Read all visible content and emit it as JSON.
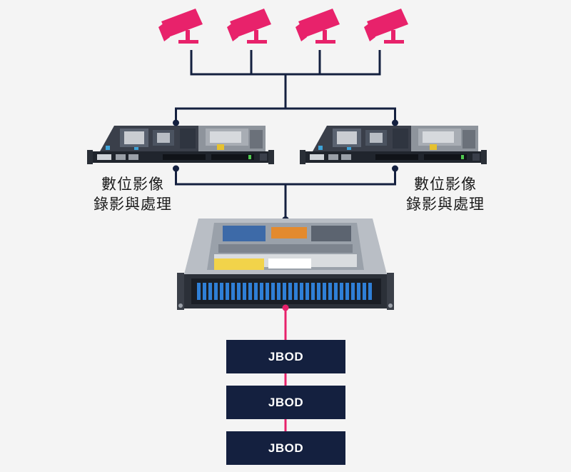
{
  "labels": {
    "left_line1": "數位影像",
    "left_line2": "錄影與處理",
    "right_line1": "數位影像",
    "right_line2": "錄影與處理"
  },
  "jbods": [
    "JBOD",
    "JBOD",
    "JBOD"
  ],
  "colors": {
    "camera": "#e8226b",
    "line": "#14203f",
    "pink_link": "#e8226b",
    "jbod_bg": "#14203f"
  },
  "icons": {
    "camera": "security-camera-icon",
    "server": "rack-server-icon",
    "storage": "storage-server-icon"
  }
}
